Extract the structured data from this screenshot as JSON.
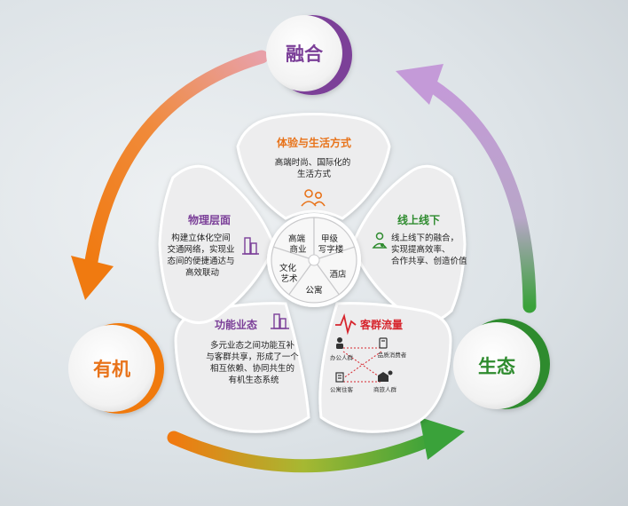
{
  "nodes": {
    "top": {
      "label": "融合",
      "color": "#7b3f98"
    },
    "left": {
      "label": "有机",
      "color": "#e8731a"
    },
    "right": {
      "label": "生态",
      "color": "#2e8b2e"
    }
  },
  "petals": {
    "experience": {
      "title": "体验与生活方式",
      "body": [
        "高端时尚、国际化的",
        "生活方式"
      ],
      "title_color": "#e8731a"
    },
    "online": {
      "title": "线上线下",
      "body": [
        "线上线下的融合，",
        "实现提高效率、",
        "合作共享、创造价值"
      ],
      "title_color": "#2e8b2e"
    },
    "customer": {
      "title": "客群流量",
      "title_color": "#d7262e",
      "groups": [
        "办公人群",
        "品质消费者",
        "公寓住客",
        "商旅人群"
      ]
    },
    "function": {
      "title": "功能业态",
      "body": [
        "多元业态之间功能互补",
        "与客群共享，形成了一个",
        "相互依赖、协同共生的",
        "有机生态系统"
      ],
      "title_color": "#7b3f98"
    },
    "physical": {
      "title": "物理层面",
      "body": [
        "构建立体化空间",
        "交通网络，实现业",
        "态间的便捷通达与",
        "高效联动"
      ],
      "title_color": "#7b3f98"
    }
  },
  "hub": {
    "segments": [
      [
        "高端",
        "商业"
      ],
      [
        "甲级",
        "写字楼"
      ],
      [
        "酒店"
      ],
      [
        "公寓"
      ],
      [
        "文化",
        "艺术"
      ]
    ]
  }
}
